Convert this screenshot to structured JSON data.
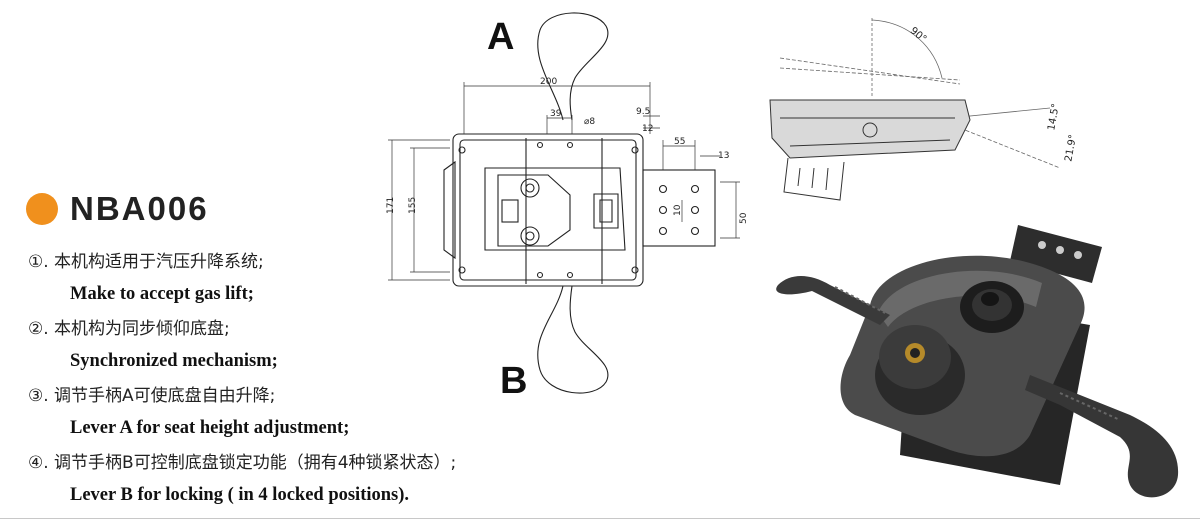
{
  "product": {
    "model": "NBA006",
    "accent_color": "#f0901d"
  },
  "features": [
    {
      "cn": "①. 本机构适用于汽压升降系统;",
      "en": "Make to accept gas lift;"
    },
    {
      "cn": "②. 本机构为同步倾仰底盘;",
      "en": "Synchronized mechanism;"
    },
    {
      "cn": "③. 调节手柄A可使底盘自由升降;",
      "en": "Lever A for seat height adjustment;"
    },
    {
      "cn": "④. 调节手柄B可控制底盘锁定功能（拥有4种锁紧状态）;",
      "en": "Lever B for locking ( in 4 locked positions)."
    }
  ],
  "drawing": {
    "lever_a": "A",
    "lever_b": "B",
    "dimensions": {
      "d200": "200",
      "d39": "39",
      "d8": "⌀8",
      "d9_5": "9.5",
      "d12": "12",
      "d55": "55",
      "d13": "13",
      "d171": "171",
      "d155": "155",
      "d10": "10",
      "d50": "50"
    }
  },
  "tilt_view": {
    "angle_90": "90°",
    "angle_14_5": "14.5°",
    "angle_21_9": "21.9°"
  }
}
